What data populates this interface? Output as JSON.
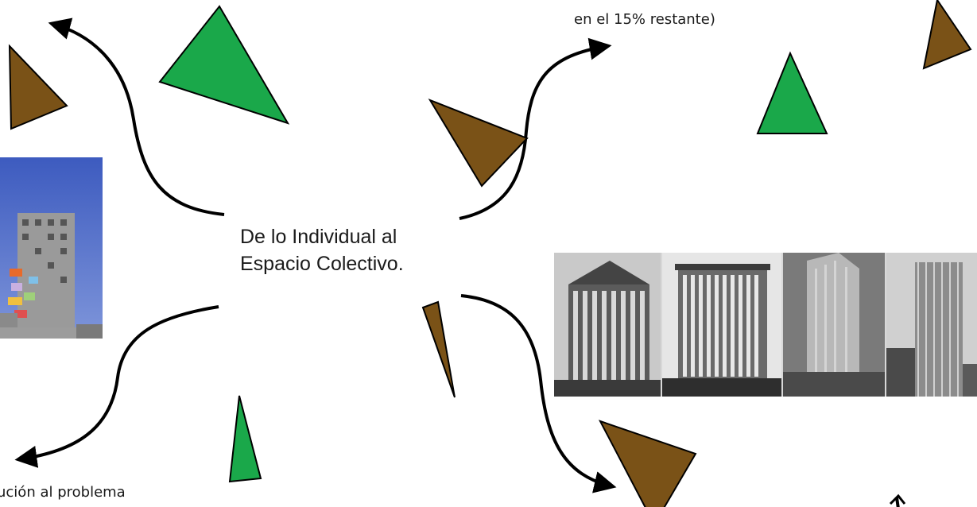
{
  "center_label": {
    "line1": "De lo Individual al",
    "line2": "Espacio Colectivo."
  },
  "top_note": "en el 15% restante)",
  "bottom_note": "ución al problema",
  "colors": {
    "green_triangle": "#1aa84a",
    "brown_triangle": "#7a5217",
    "arrow": "#000000",
    "sky": "#4a68c8"
  }
}
